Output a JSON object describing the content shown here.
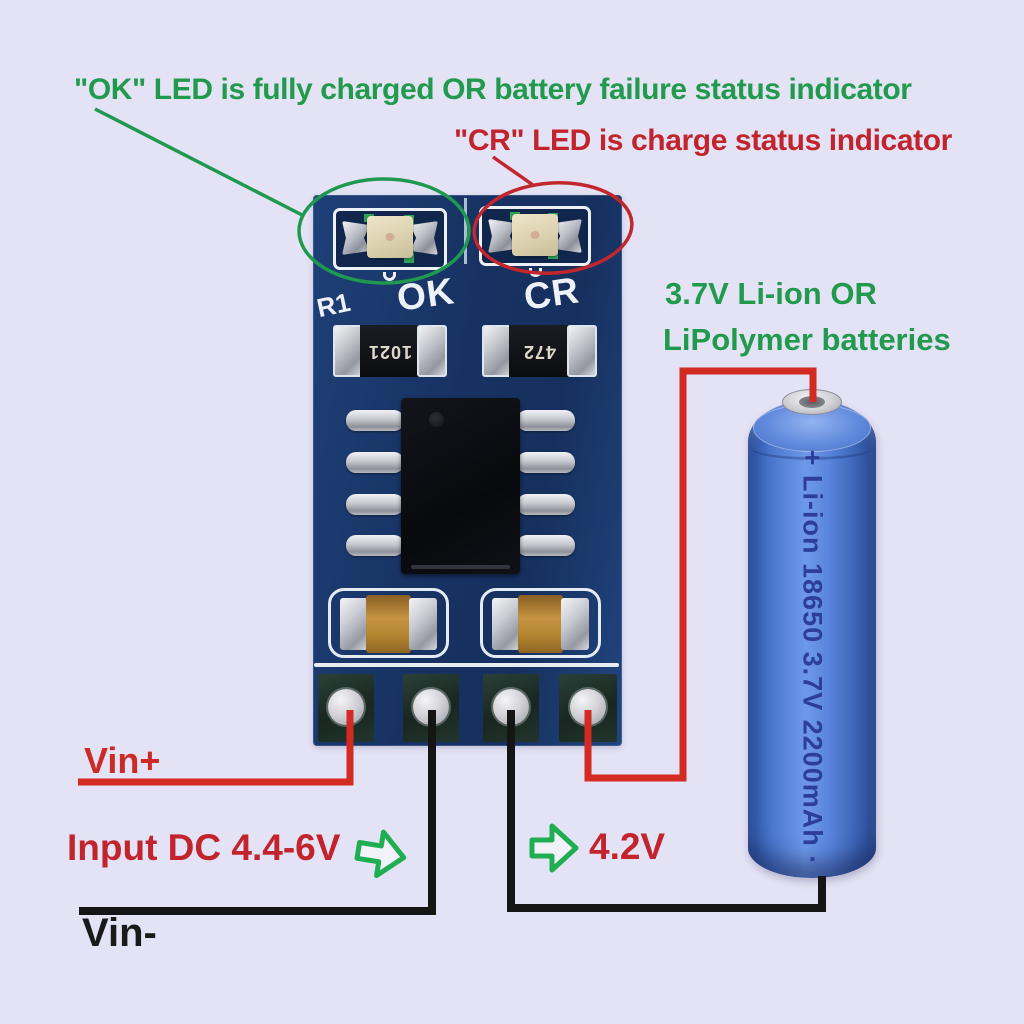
{
  "title": "Li-ion charger module wiring diagram",
  "annotations": {
    "ok_led": "\"OK\" LED is fully charged OR battery failure status indicator",
    "cr_led": "\"CR\" LED is charge status indicator",
    "battery_type_line1": "3.7V Li-ion OR",
    "battery_type_line2": "LiPolymer batteries",
    "vin_plus": "Vin+",
    "input_dc": "Input DC 4.4-6V",
    "output_voltage": "4.2V",
    "vin_minus": "Vin-"
  },
  "pcb": {
    "silkscreen": {
      "r1": "R1",
      "ok": "OK",
      "cr": "CR"
    },
    "resistors": [
      "1021",
      "472"
    ]
  },
  "battery": {
    "label": "+ Li-ion 18650 3.7V 2200mAh ·"
  },
  "colors": {
    "bg": "#e4e3f5",
    "annotation_green": "#219a4e",
    "annotation_red": "#c2242d",
    "wire_red": "#d32a22",
    "wire_black": "#151515",
    "arrow_green": "#1fae52",
    "pcb_blue": "#1b3b70",
    "silk_white": "#eef2f8",
    "battery_blue": "#4f7cd6",
    "battery_label_blue": "#2c3e99"
  }
}
